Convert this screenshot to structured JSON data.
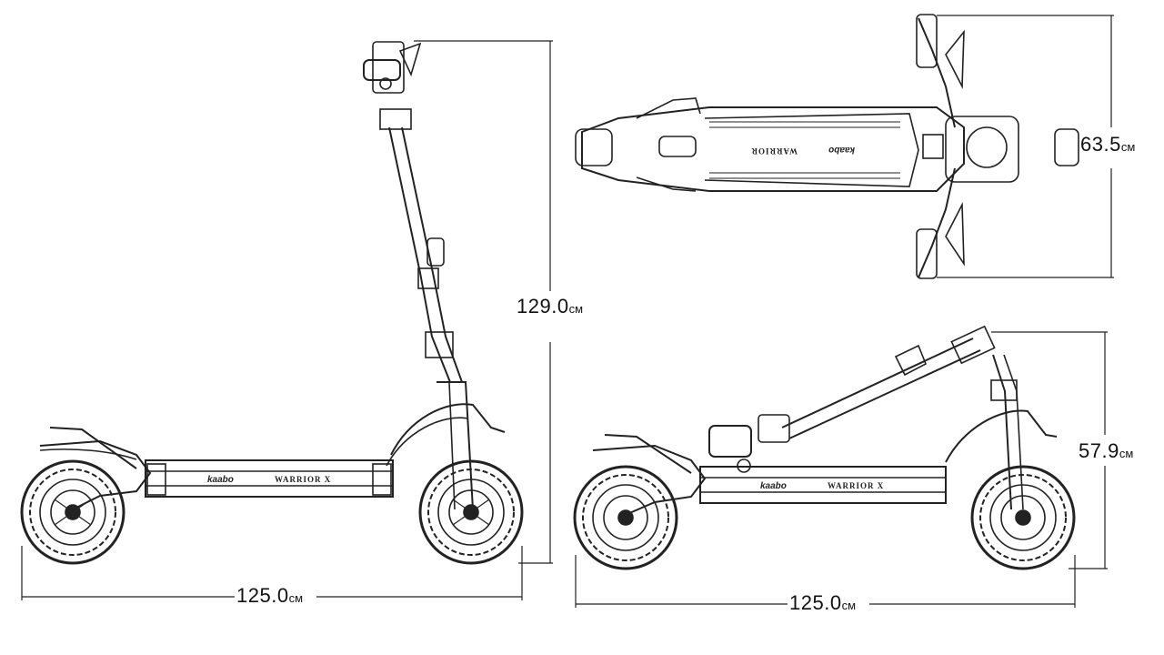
{
  "dimensions": {
    "side_height": {
      "value": "129.0",
      "unit": "см"
    },
    "side_length": {
      "value": "125.0",
      "unit": "см"
    },
    "top_width": {
      "value": "63.5",
      "unit": "см"
    },
    "folded_height": {
      "value": "57.9",
      "unit": "см"
    },
    "folded_length": {
      "value": "125.0",
      "unit": "см"
    }
  },
  "deck": {
    "logo": "kaabo",
    "model_side": "WARRIOR X",
    "model_top": "WARRIOR",
    "model_folded": "WARRIOR X"
  }
}
